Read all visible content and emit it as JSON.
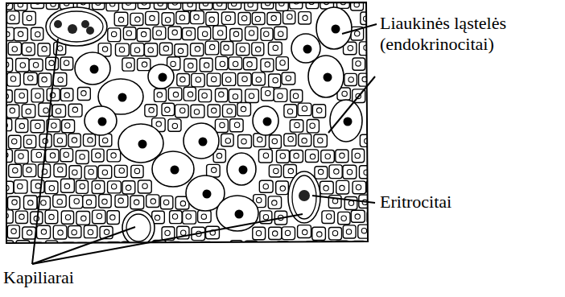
{
  "diagram": {
    "labels": [
      "Liaukinės ląstelės (endokrinocitai)",
      "Eritrocitai",
      "Kapiliarai"
    ]
  }
}
